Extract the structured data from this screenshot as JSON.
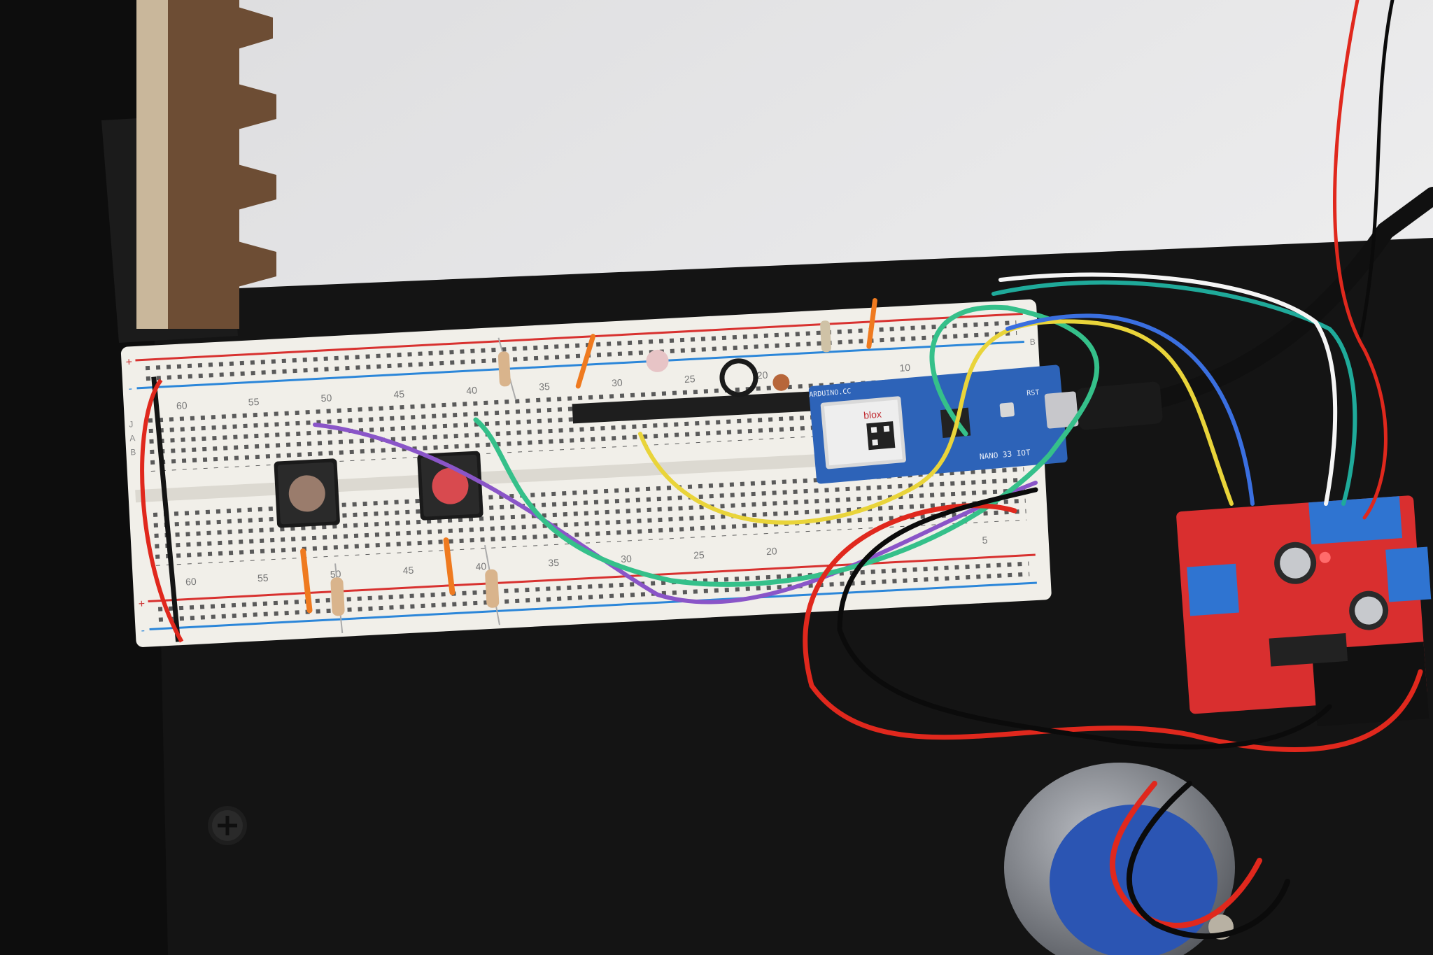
{
  "colors": {
    "wall": "#e9e9ea",
    "enclosure": "#141414",
    "breadboard": "#f1efe9",
    "rail_red": "#d8312f",
    "rail_blue": "#2b86d9",
    "arduino_blue": "#2d63b8",
    "driver_red": "#d92f2f",
    "terminal_blue": "#2f74d1",
    "wire_green": "#35c08a",
    "wire_purple": "#8a55c8",
    "wire_yellow": "#e9d43a",
    "wire_red": "#e0281d",
    "wire_black": "#0b0b0b",
    "resistor": "#d9b48c",
    "motor_blue": "#2b55b3"
  },
  "breadboard": {
    "top_row_numbers": [
      "60",
      "55",
      "50",
      "45",
      "40",
      "35",
      "30",
      "25",
      "20",
      "10"
    ],
    "bottom_row_numbers": [
      "60",
      "55",
      "50",
      "45",
      "40",
      "35",
      "30",
      "25",
      "20",
      "5"
    ],
    "rail_plus": "+",
    "rail_minus": "-",
    "row_letters_left": [
      "J",
      "A",
      "B"
    ],
    "row_letter_right": "B"
  },
  "arduino": {
    "brand": "ARDUINO.CC",
    "module_brand": "blox",
    "model_text": "NANO 33 IOT",
    "reset_label": "RST"
  },
  "icons": {
    "screw": "screw-head-icon",
    "qr": "qr-code-icon"
  }
}
